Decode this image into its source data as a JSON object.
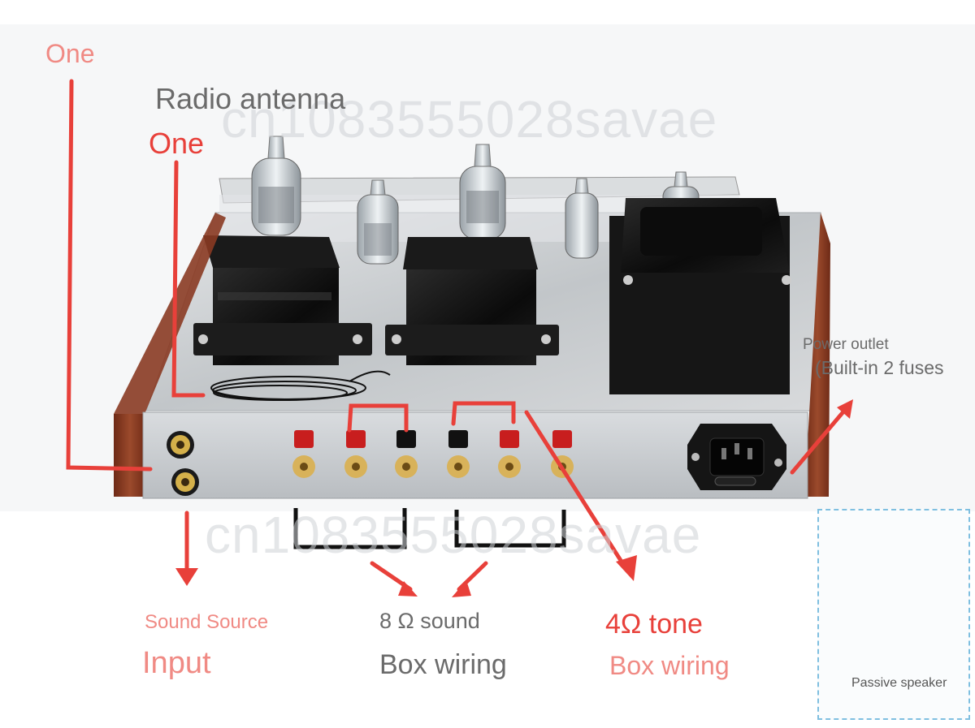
{
  "labels": {
    "one_top": "One",
    "radio_antenna": "Radio antenna",
    "one_second": "One",
    "power_outlet": "Power outlet",
    "fuses": "(Built-in 2 fuses",
    "sound_source": "Sound Source",
    "input": "Input",
    "eight_ohm": "8 Ω sound",
    "box_wiring_8": "Box wiring",
    "four_ohm": "4Ω tone",
    "box_wiring_4": "Box wiring",
    "passive_speaker": "Passive speaker"
  },
  "watermarks": [
    "cn1083555028savae",
    "cn1083555028savae"
  ],
  "colors": {
    "annotation_red": "#e8403a",
    "light_red": "#f08a84",
    "gray_text": "#6b6b6b",
    "wood": "#8a3a22",
    "chassis": "#c9ccce",
    "transformer": "#111111",
    "dashed_border": "#7fbfe0"
  },
  "icons": [
    "vacuum-tube-icon",
    "transformer-icon",
    "rca-jack-icon",
    "binding-post-icon",
    "iec-power-socket-icon",
    "speaker-icon"
  ]
}
